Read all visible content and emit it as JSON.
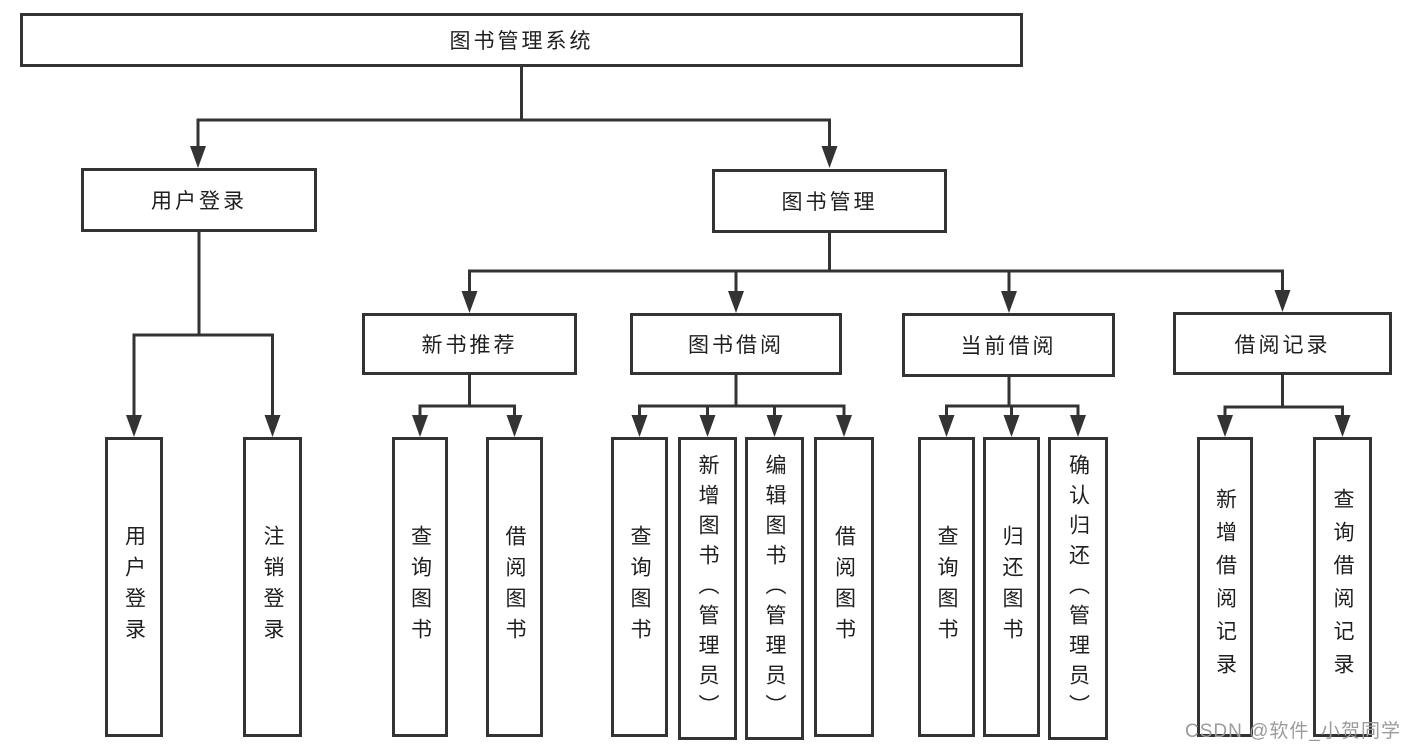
{
  "diagram": {
    "root": {
      "label": "图书管理系统"
    },
    "level2": [
      "用户登录",
      "图书管理"
    ],
    "level3": [
      "新书推荐",
      "图书借阅",
      "当前借阅",
      "借阅记录"
    ],
    "leaves": {
      "user_login": [
        "用户登录",
        "注销登录"
      ],
      "new_books": [
        "查询图书",
        "借阅图书"
      ],
      "book_borrow": [
        "查询图书",
        "新增图书（管理员）",
        "编辑图书（管理员）",
        "借阅图书"
      ],
      "current_borrow": [
        "查询图书",
        "归还图书",
        "确认归还（管理员）"
      ],
      "borrow_records": [
        "新增借阅记录",
        "查询借阅记录"
      ]
    }
  },
  "watermark": {
    "text": "CSDN @软件_小贺同学"
  },
  "colors": {
    "line": "#333333",
    "node_text": "#1f1f1f",
    "watermark": "#9b9b9b",
    "background": "#ffffff"
  }
}
